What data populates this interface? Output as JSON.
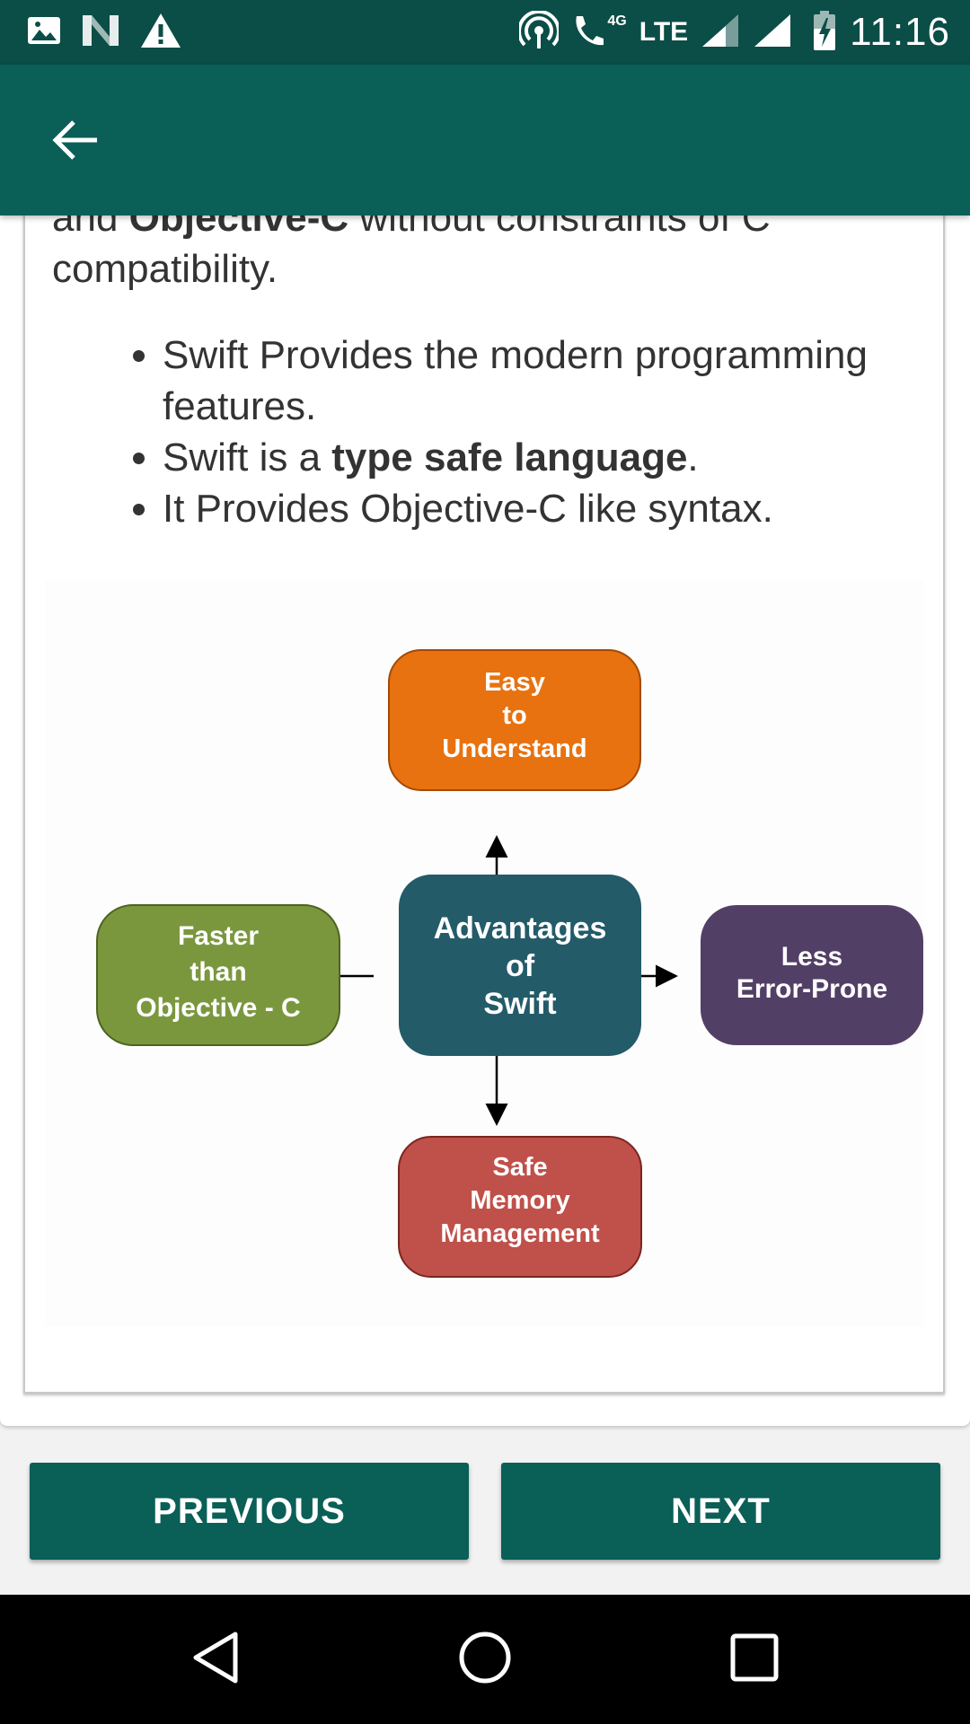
{
  "status_bar": {
    "time": "11:16",
    "network_type": "LTE",
    "call_network": "4G",
    "icons": [
      "image-icon",
      "n-icon",
      "warning-icon",
      "hotspot-icon",
      "wifi-call-icon",
      "signal-icon",
      "signal-icon",
      "battery-charging-icon"
    ]
  },
  "app_bar": {
    "back_icon": "arrow-left-icon"
  },
  "content": {
    "paragraph": {
      "prefix": "and ",
      "bold": "Objective-C",
      "suffix": " without constraints of C compatibility."
    },
    "bullets": [
      {
        "text_before": "Swift Provides the modern programming features.",
        "bold": "",
        "text_after": ""
      },
      {
        "text_before": "Swift is a ",
        "bold": "type safe language",
        "text_after": "."
      },
      {
        "text_before": "It Provides Objective-C like syntax.",
        "bold": "",
        "text_after": ""
      }
    ]
  },
  "diagram": {
    "center": {
      "lines": [
        "Advantages",
        "of",
        "Swift"
      ],
      "color": "#235b69"
    },
    "top": {
      "lines": [
        "Easy",
        "to",
        "Understand"
      ],
      "color": "#e8720f"
    },
    "left": {
      "lines": [
        "Faster",
        "than",
        "Objective - C"
      ],
      "color": "#7b973e"
    },
    "right": {
      "lines": [
        "Less",
        "Error-Prone"
      ],
      "color": "#523f66"
    },
    "bottom": {
      "lines": [
        "Safe",
        "Memory",
        "Management"
      ],
      "color": "#c0504a"
    }
  },
  "buttons": {
    "previous": "PREVIOUS",
    "next": "NEXT"
  },
  "colors": {
    "status_bar": "#0b4d47",
    "app_bar": "#0a5f57",
    "button": "#0a5f57"
  },
  "system_nav": {
    "icons": [
      "back-triangle-icon",
      "home-circle-icon",
      "recents-square-icon"
    ]
  }
}
